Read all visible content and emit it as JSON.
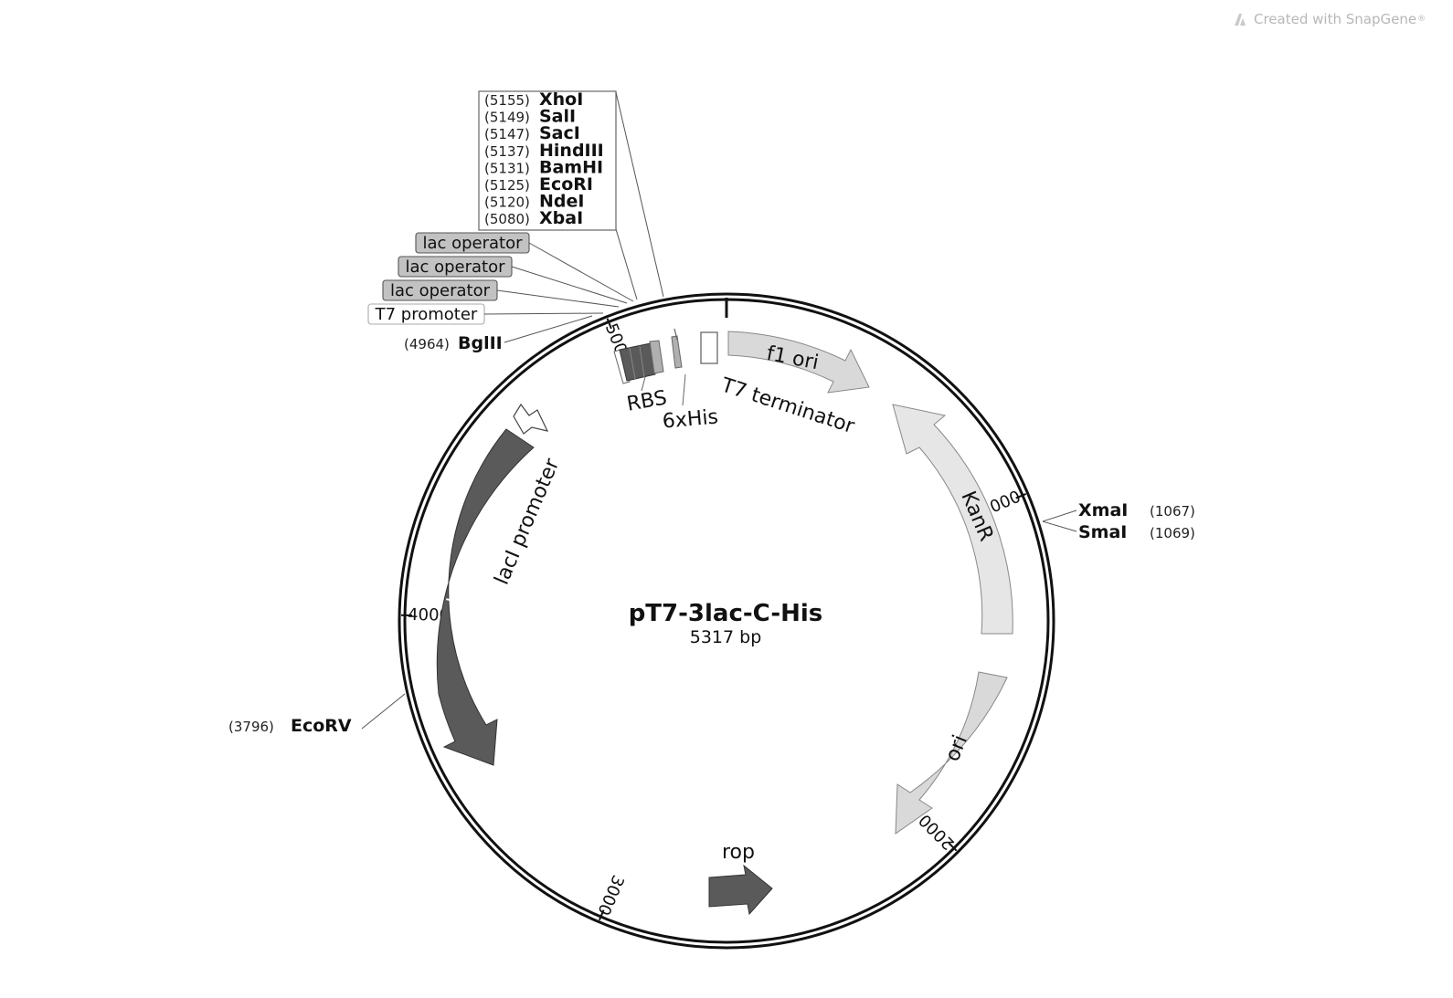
{
  "watermark": {
    "text": "Created with SnapGene",
    "mark": "®",
    "icon": "snapgene-logo-icon"
  },
  "plasmid": {
    "name": "pT7-3lac-C-His",
    "length_text": "5317 bp"
  },
  "ticks": [
    {
      "label": "1000",
      "deg": 67
    },
    {
      "label": "2000",
      "deg": 135
    },
    {
      "label": "3000",
      "deg": 203
    },
    {
      "label": "4000",
      "deg": 271
    },
    {
      "label": "5000",
      "deg": 338.5
    }
  ],
  "mcs_sites": [
    {
      "pos": "(5155)",
      "name": "XhoI"
    },
    {
      "pos": "(5149)",
      "name": "SalI"
    },
    {
      "pos": "(5147)",
      "name": "SacI"
    },
    {
      "pos": "(5137)",
      "name": "HindIII"
    },
    {
      "pos": "(5131)",
      "name": "BamHI"
    },
    {
      "pos": "(5125)",
      "name": "EcoRI"
    },
    {
      "pos": "(5120)",
      "name": "NdeI"
    },
    {
      "pos": "(5080)",
      "name": "XbaI"
    }
  ],
  "boxed_features": [
    {
      "text": "lac operator",
      "style": "gray"
    },
    {
      "text": "lac operator",
      "style": "gray"
    },
    {
      "text": "lac operator",
      "style": "gray"
    },
    {
      "text": "T7 promoter",
      "style": "white"
    }
  ],
  "single_sites": {
    "bglii": {
      "pos": "(4964)",
      "name": "BglII"
    },
    "xmai": {
      "pos": "(1067)",
      "name": "XmaI"
    },
    "smai": {
      "pos": "(1069)",
      "name": "SmaI"
    },
    "ecorv": {
      "pos": "(3796)",
      "name": "EcoRV"
    }
  },
  "features": {
    "f1ori": "f1 ori",
    "t7term": "T7 terminator",
    "rbs": "RBS",
    "his": "6xHis",
    "kanr": "KanR",
    "ori": "ori",
    "rop": "rop",
    "laci": "lacI",
    "lacip": "lacI promoter"
  },
  "colors": {
    "dark": "#5a5a5a",
    "medium": "#b0b0b0",
    "light": "#d9d9d9",
    "lighter": "#e6e6e6",
    "box_gray": "#c2c2c2"
  }
}
